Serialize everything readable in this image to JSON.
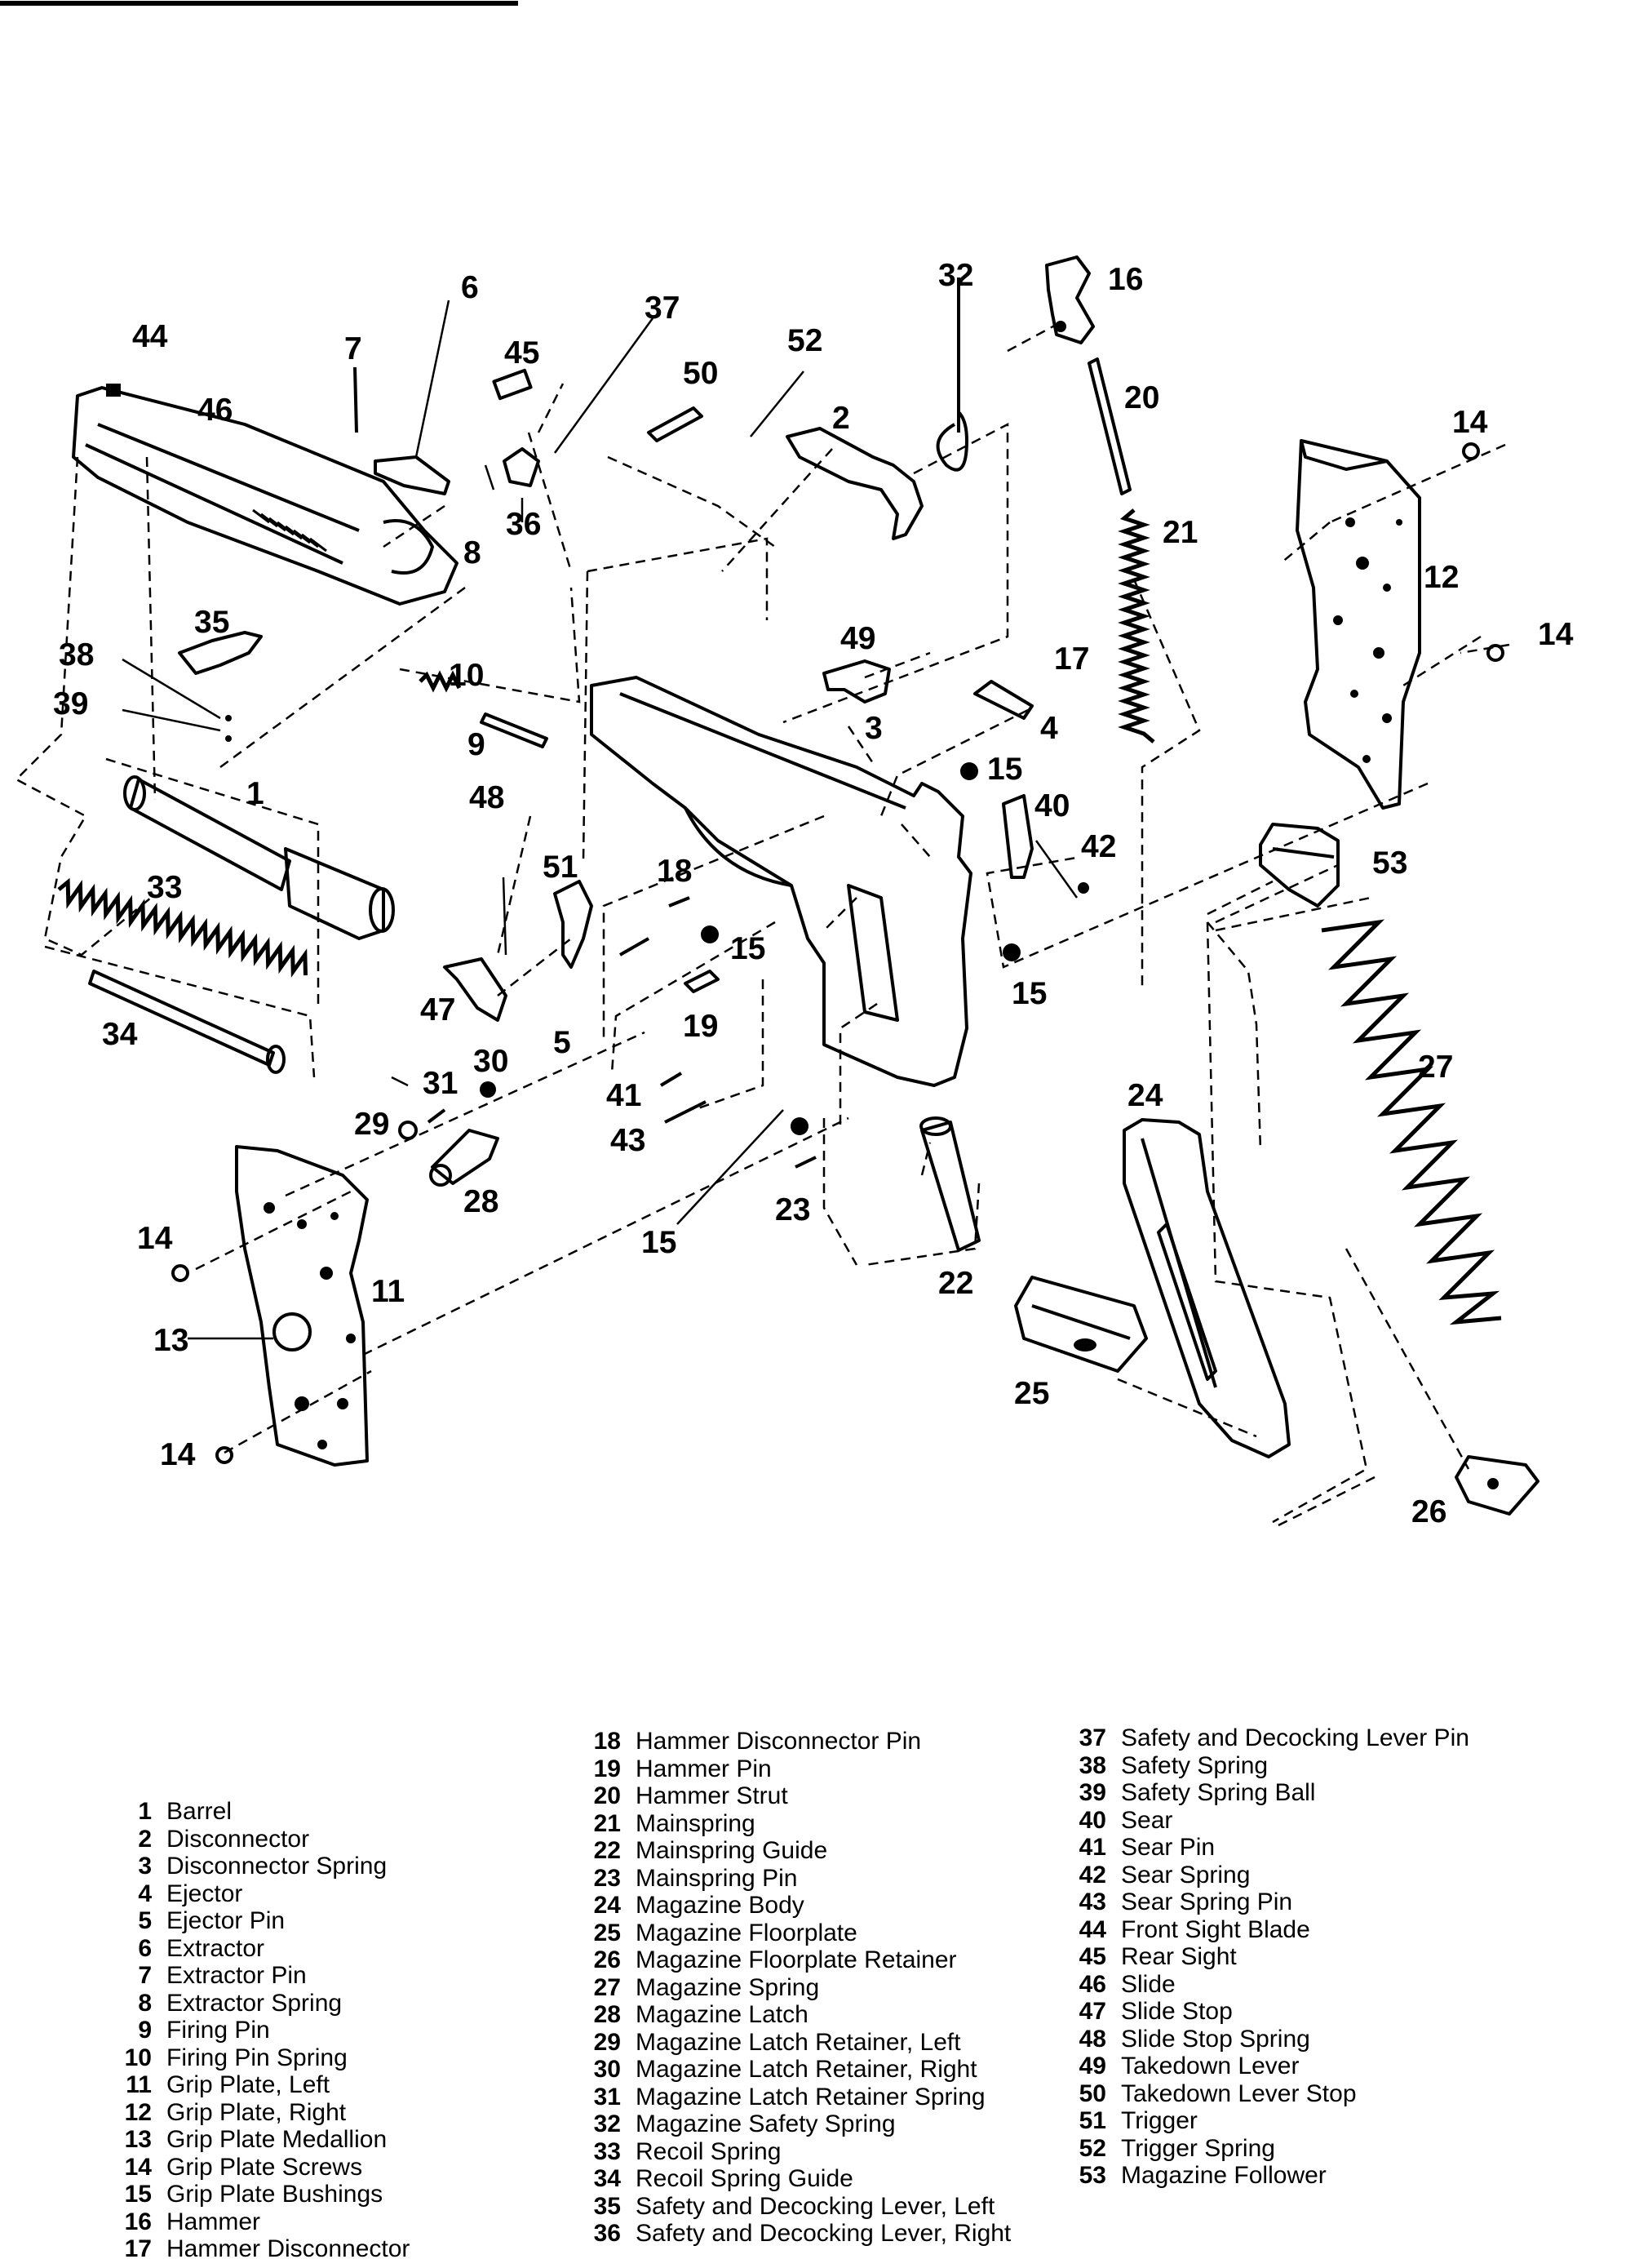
{
  "callouts": [
    "1",
    "2",
    "3",
    "4",
    "5",
    "6",
    "7",
    "8",
    "9",
    "10",
    "11",
    "12",
    "13",
    "14",
    "15",
    "16",
    "17",
    "18",
    "19",
    "20",
    "21",
    "22",
    "23",
    "24",
    "25",
    "26",
    "27",
    "28",
    "29",
    "30",
    "31",
    "32",
    "33",
    "34",
    "35",
    "36",
    "37",
    "38",
    "39",
    "40",
    "41",
    "42",
    "43",
    "44",
    "45",
    "46",
    "47",
    "48",
    "49",
    "50",
    "51",
    "52",
    "53"
  ],
  "legend": {
    "col1": [
      {
        "num": "1",
        "name": "Barrel"
      },
      {
        "num": "2",
        "name": "Disconnector"
      },
      {
        "num": "3",
        "name": "Disconnector Spring"
      },
      {
        "num": "4",
        "name": "Ejector"
      },
      {
        "num": "5",
        "name": "Ejector Pin"
      },
      {
        "num": "6",
        "name": "Extractor"
      },
      {
        "num": "7",
        "name": "Extractor Pin"
      },
      {
        "num": "8",
        "name": "Extractor Spring"
      },
      {
        "num": "9",
        "name": "Firing Pin"
      },
      {
        "num": "10",
        "name": "Firing Pin Spring"
      },
      {
        "num": "11",
        "name": "Grip Plate, Left"
      },
      {
        "num": "12",
        "name": "Grip Plate, Right"
      },
      {
        "num": "13",
        "name": "Grip Plate Medallion"
      },
      {
        "num": "14",
        "name": "Grip Plate Screws"
      },
      {
        "num": "15",
        "name": "Grip Plate Bushings"
      },
      {
        "num": "16",
        "name": "Hammer"
      },
      {
        "num": "17",
        "name": "Hammer Disconnector"
      }
    ],
    "col2": [
      {
        "num": "18",
        "name": "Hammer Disconnector Pin"
      },
      {
        "num": "19",
        "name": "Hammer Pin"
      },
      {
        "num": "20",
        "name": "Hammer Strut"
      },
      {
        "num": "21",
        "name": "Mainspring"
      },
      {
        "num": "22",
        "name": "Mainspring Guide"
      },
      {
        "num": "23",
        "name": "Mainspring Pin"
      },
      {
        "num": "24",
        "name": "Magazine Body"
      },
      {
        "num": "25",
        "name": "Magazine Floorplate"
      },
      {
        "num": "26",
        "name": "Magazine Floorplate Retainer"
      },
      {
        "num": "27",
        "name": "Magazine Spring"
      },
      {
        "num": "28",
        "name": "Magazine Latch"
      },
      {
        "num": "29",
        "name": "Magazine Latch Retainer, Left"
      },
      {
        "num": "30",
        "name": "Magazine Latch Retainer, Right"
      },
      {
        "num": "31",
        "name": "Magazine Latch Retainer Spring"
      },
      {
        "num": "32",
        "name": "Magazine Safety Spring"
      },
      {
        "num": "33",
        "name": "Recoil Spring"
      },
      {
        "num": "34",
        "name": "Recoil Spring Guide"
      },
      {
        "num": "35",
        "name": "Safety and Decocking Lever, Left"
      },
      {
        "num": "36",
        "name": "Safety and Decocking Lever, Right"
      }
    ],
    "col3": [
      {
        "num": "37",
        "name": "Safety and Decocking Lever Pin"
      },
      {
        "num": "38",
        "name": "Safety Spring"
      },
      {
        "num": "39",
        "name": "Safety Spring Ball"
      },
      {
        "num": "40",
        "name": "Sear"
      },
      {
        "num": "41",
        "name": "Sear Pin"
      },
      {
        "num": "42",
        "name": "Sear Spring"
      },
      {
        "num": "43",
        "name": "Sear Spring Pin"
      },
      {
        "num": "44",
        "name": "Front Sight Blade"
      },
      {
        "num": "45",
        "name": "Rear Sight"
      },
      {
        "num": "46",
        "name": "Slide"
      },
      {
        "num": "47",
        "name": "Slide Stop"
      },
      {
        "num": "48",
        "name": "Slide Stop Spring"
      },
      {
        "num": "49",
        "name": "Takedown Lever"
      },
      {
        "num": "50",
        "name": "Takedown Lever Stop"
      },
      {
        "num": "51",
        "name": "Trigger"
      },
      {
        "num": "52",
        "name": "Trigger Spring"
      },
      {
        "num": "53",
        "name": "Magazine Follower"
      }
    ]
  }
}
